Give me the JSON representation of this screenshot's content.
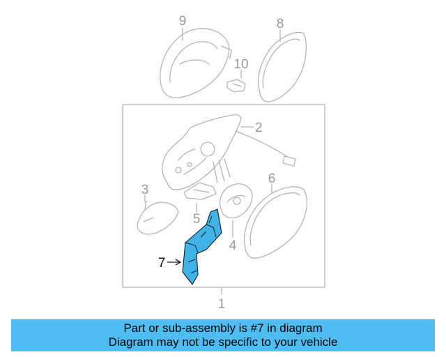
{
  "callouts": {
    "c1": "1",
    "c2": "2",
    "c3": "3",
    "c4": "4",
    "c5": "5",
    "c6": "6",
    "c7": "7",
    "c8": "8",
    "c9": "9",
    "c10": "10"
  },
  "highlight_part": "7",
  "colors": {
    "highlight": "#3fb3e6",
    "banner": "#4fbdf2",
    "line_art": "#b4b4b4"
  },
  "banner": {
    "line1": "Part or sub-assembly is #7 in diagram",
    "line2": "Diagram may not be specific to your vehicle"
  }
}
